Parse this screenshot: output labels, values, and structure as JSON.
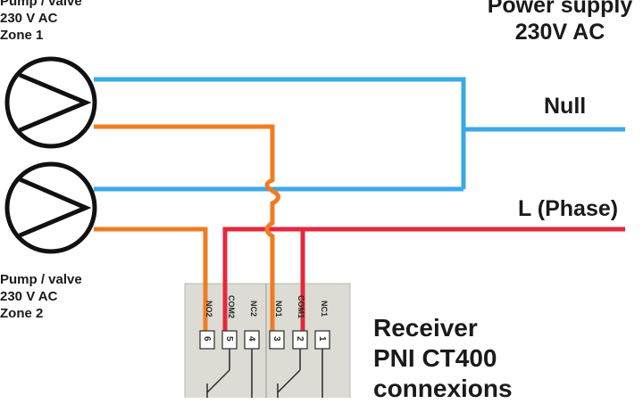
{
  "pump1": {
    "line1": "Pump / valve",
    "line2": "230 V AC",
    "line3": "Zone 1"
  },
  "pump2": {
    "line1": "Pump / valve",
    "line2": "230 V AC",
    "line3": "Zone 2"
  },
  "power_supply": {
    "line1": "Power supply",
    "line2": "230V AC"
  },
  "null_label": "Null",
  "phase_label": "L (Phase)",
  "receiver": {
    "line1": "Receiver",
    "line2": "PNI CT400",
    "line3": "connexions"
  },
  "terminals": [
    {
      "label": "NO2",
      "number": "6"
    },
    {
      "label": "COM2",
      "number": "5"
    },
    {
      "label": "NC2",
      "number": "4"
    },
    {
      "label": "NO1",
      "number": "3"
    },
    {
      "label": "COM1",
      "number": "2"
    },
    {
      "label": "NC1",
      "number": "1"
    }
  ],
  "colors": {
    "neutral_wire": "#3ba8e6",
    "zone_wire": "#f07c22",
    "phase_wire": "#e5283c",
    "symbol": "#111111",
    "terminal_box": "#dcdcd4"
  }
}
